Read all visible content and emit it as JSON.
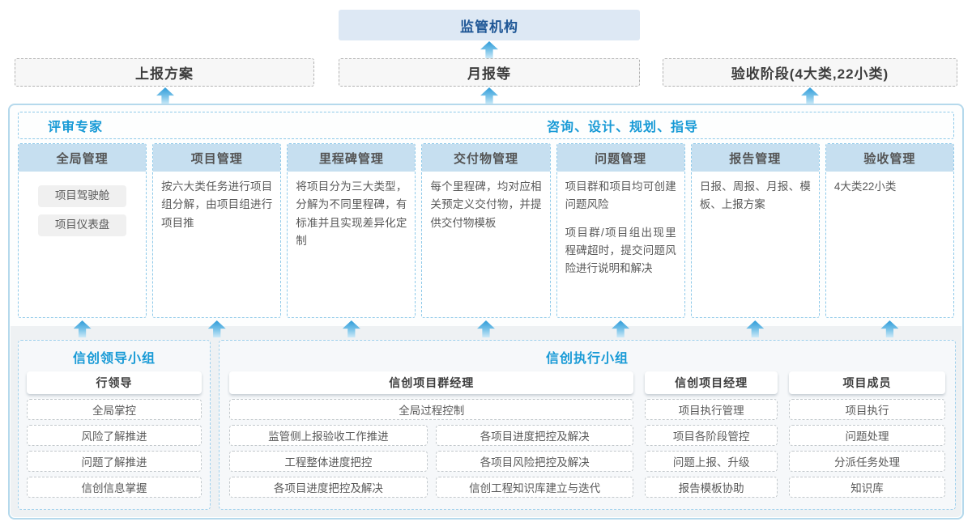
{
  "top": {
    "regulator": "监管机构"
  },
  "reports": [
    {
      "label": "上报方案"
    },
    {
      "label": "月报等"
    },
    {
      "label": "验收阶段(4大类,22小类)"
    }
  ],
  "advisors": {
    "left": "评审专家",
    "right": "咨询、设计、规划、指导"
  },
  "columns": [
    {
      "title": "全局管理",
      "chips": [
        "项目驾驶舱",
        "项目仪表盘"
      ]
    },
    {
      "title": "项目管理",
      "paragraphs": [
        "按六大类任务进行项目组分解，由项目组进行项目推"
      ]
    },
    {
      "title": "里程碑管理",
      "paragraphs": [
        "将项目分为三大类型，分解为不同里程碑，有标准并且实现差异化定制"
      ]
    },
    {
      "title": "交付物管理",
      "paragraphs": [
        "每个里程碑，均对应相关预定义交付物，并提供交付物模板"
      ]
    },
    {
      "title": "问题管理",
      "paragraphs": [
        "项目群和项目均可创建问题风险",
        "项目群/项目组出现里程碑超时，提交问题风险进行说明和解决"
      ]
    },
    {
      "title": "报告管理",
      "paragraphs": [
        "日报、周报、月报、模板、上报方案"
      ]
    },
    {
      "title": "验收管理",
      "paragraphs": [
        "4大类22小类"
      ]
    }
  ],
  "leadership": {
    "title": "信创领导小组",
    "role": "行领导",
    "items": [
      "全局掌控",
      "风险了解推进",
      "问题了解推进",
      "信创信息掌握"
    ]
  },
  "execution": {
    "title": "信创执行小组",
    "pgm": {
      "role": "信创项目群经理",
      "full_row": "全局过程控制",
      "left_items": [
        "监管侧上报验收工作推进",
        "工程整体进度把控",
        "各项目进度把控及解决"
      ],
      "right_items": [
        "各项目进度把控及解决",
        "各项目风险把控及解决",
        "信创工程知识库建立与迭代"
      ]
    },
    "pm": {
      "role": "信创项目经理",
      "items": [
        "项目执行管理",
        "项目各阶段管控",
        "问题上报、升级",
        "报告模板协助"
      ]
    },
    "member": {
      "role": "项目成员",
      "items": [
        "项目执行",
        "问题处理",
        "分派任务处理",
        "知识库"
      ]
    }
  },
  "colors": {
    "accent_blue": "#189ad6",
    "navy_text": "#1f5796",
    "header_fill": "#c6dff0",
    "container_border": "#b5d9ec",
    "regulator_fill": "#dde8f4"
  }
}
